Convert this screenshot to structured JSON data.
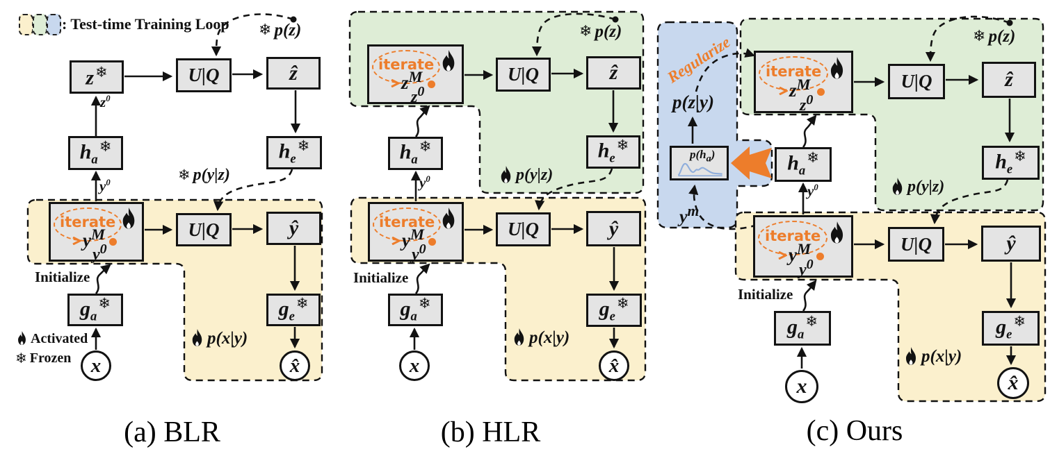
{
  "legend": {
    "label": ": Test-time Training Loop",
    "activated": "Activated",
    "frozen": "Frozen"
  },
  "icons": {
    "snowflake": "❄",
    "flame": "flame-shape",
    "loop_arrowhead": "orange-chevron",
    "block_arrow": "orange-left-block-arrow"
  },
  "labels": {
    "uq": "U|Q",
    "iterate": "iterate",
    "initialize": "Initialize",
    "regularize": "Regularize",
    "z": "z",
    "y": "y",
    "x": "x",
    "h": "h",
    "g": "g",
    "z_hat": "ẑ",
    "y_hat": "ŷ",
    "x_hat": "x̂",
    "sub_a": "a",
    "sub_e": "e",
    "sup_0": "0",
    "sup_M": "M",
    "sup_m": "m",
    "p_z": "p(z)",
    "p_y_given_z": "p(y|z)",
    "p_x_given_y": "p(x|y)",
    "p_z_given_y": "p(z|y)",
    "p_h": "p(h",
    "paren_close": ")"
  },
  "captions": {
    "a": "(a) BLR",
    "b": "(b) HLR",
    "c": "(c) Ours"
  },
  "colors": {
    "region_yellow": "#FBF0CD",
    "region_green": "#DEEDD6",
    "region_blue": "#C8D8EE",
    "accent_orange": "#ED7D2B",
    "node_fill": "#E4E4E4",
    "ink": "#121212",
    "density_blue": "#8FAEDC"
  }
}
